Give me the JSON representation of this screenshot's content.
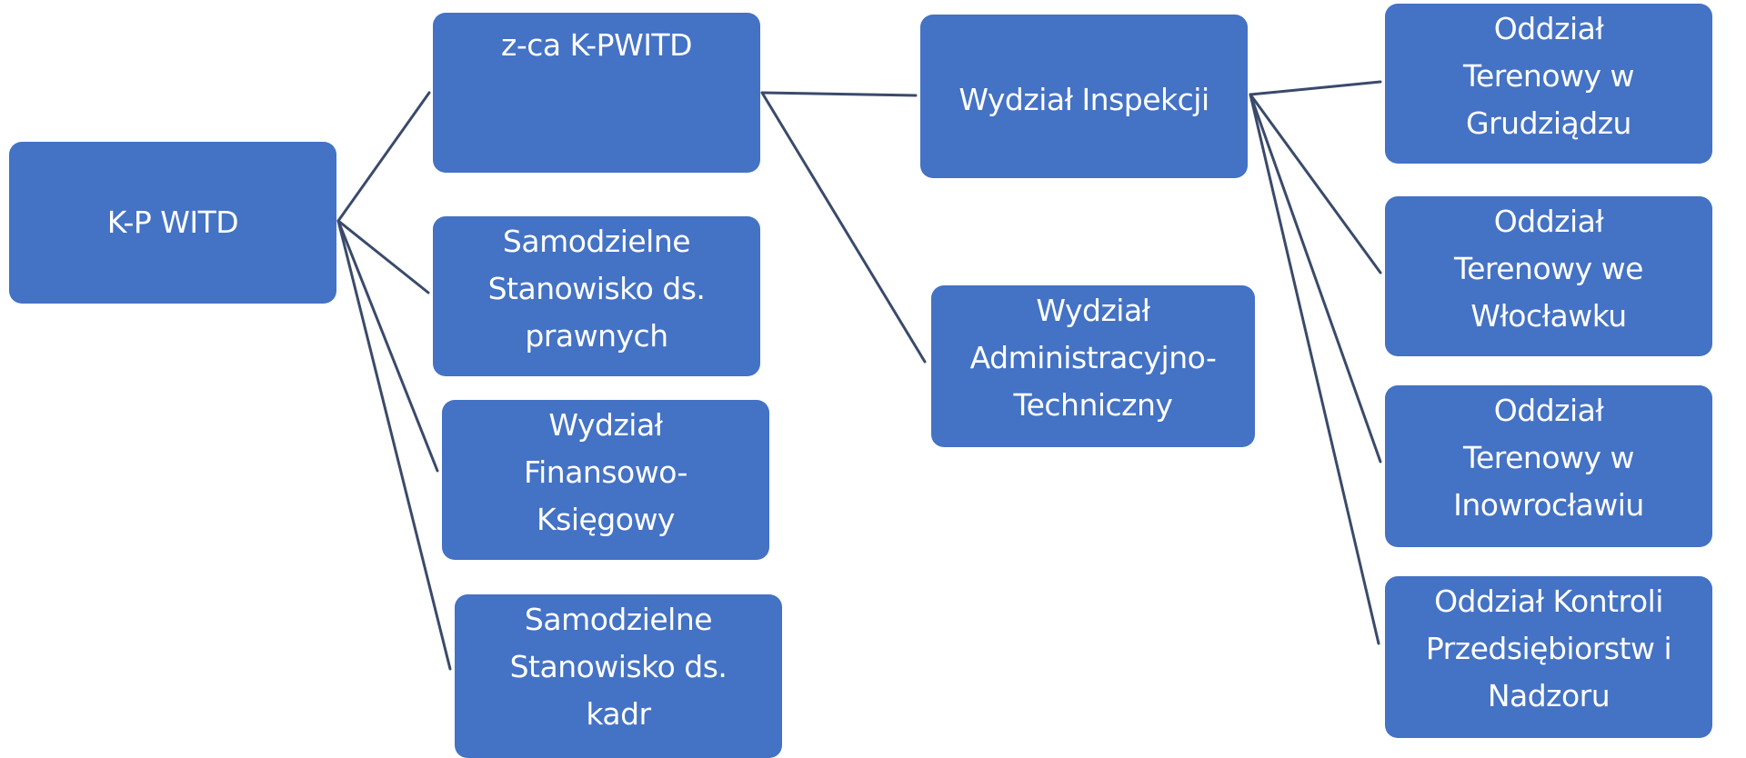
{
  "colors": {
    "box_fill": "#4472c4",
    "box_text": "#ffffff",
    "connector": "#3a4a6b",
    "background": "#ffffff"
  },
  "nodes": {
    "root": {
      "label": "K-P WITD"
    },
    "deputy": {
      "label": "z-ca K-PWITD"
    },
    "legal": {
      "label": "Samodzielne\nStanowisko ds.\nprawnych"
    },
    "finance": {
      "label": "Wydział\nFinansowo-\nKsięgowy"
    },
    "hr": {
      "label": "Samodzielne\nStanowisko ds.\nkadr"
    },
    "inspection": {
      "label": "Wydział Inspekcji"
    },
    "admin": {
      "label": "Wydział\nAdministracyjno-\nTechniczny"
    },
    "grudziadz": {
      "label": "Oddział\nTerenowy w\nGrudziądzu"
    },
    "wloclawek": {
      "label": "Oddział\nTerenowy we\nWłocławku"
    },
    "inowroclaw": {
      "label": "Oddział\nTerenowy w\nInowrocławiu"
    },
    "control": {
      "label": "Oddział Kontroli\nPrzedsiębiorstw i\nNadzoru"
    }
  },
  "edges": [
    {
      "from": "K-P WITD",
      "to": "z-ca K-PWITD"
    },
    {
      "from": "K-P WITD",
      "to": "Samodzielne Stanowisko ds. prawnych"
    },
    {
      "from": "K-P WITD",
      "to": "Wydział Finansowo-Księgowy"
    },
    {
      "from": "K-P WITD",
      "to": "Samodzielne Stanowisko ds. kadr"
    },
    {
      "from": "z-ca K-PWITD",
      "to": "Wydział Inspekcji"
    },
    {
      "from": "z-ca K-PWITD",
      "to": "Wydział Administracyjno-Techniczny"
    },
    {
      "from": "Wydział Inspekcji",
      "to": "Oddział Terenowy w Grudziądzu"
    },
    {
      "from": "Wydział Inspekcji",
      "to": "Oddział Terenowy we Włocławku"
    },
    {
      "from": "Wydział Inspekcji",
      "to": "Oddział Terenowy w Inowrocławiu"
    },
    {
      "from": "Wydział Inspekcji",
      "to": "Oddział Kontroli Przedsiębiorstw i Nadzoru"
    }
  ]
}
